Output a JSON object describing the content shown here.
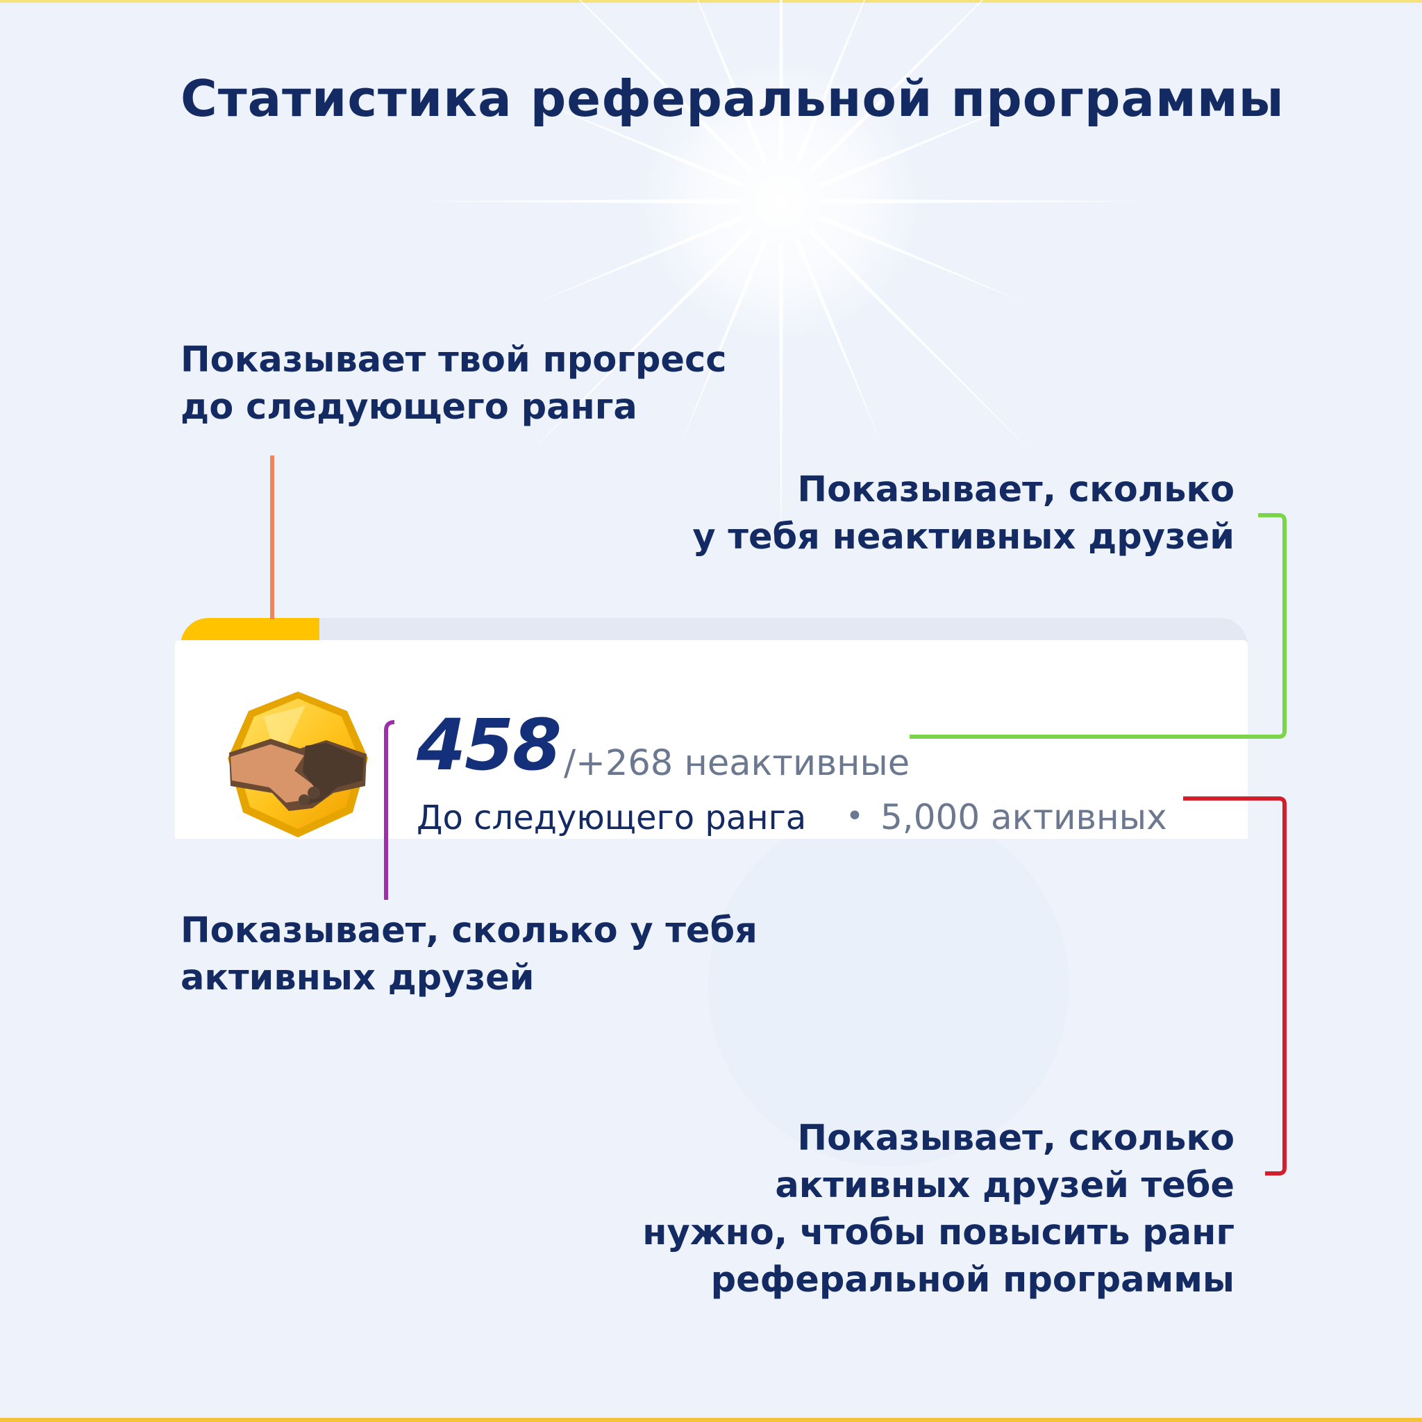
{
  "title": "Статистика реферальной программы",
  "card": {
    "count": "458",
    "inactive": "/+268 неактивные",
    "next_rank_label": "До следующего ранга",
    "separator": "•",
    "next_rank_value": "5,000 активных",
    "progress_fraction": 0.13,
    "badge_icon": "handshake-icon"
  },
  "notes": {
    "progress": [
      "Показывает твой прогресс",
      "до следующего ранга"
    ],
    "inactive": [
      "Показывает, сколько",
      "у тебя неактивных друзей"
    ],
    "active": [
      "Показывает, сколько у тебя",
      "активных друзей"
    ],
    "needed": [
      "Показывает, сколько",
      "активных друзей тебе",
      "нужно, чтобы повысить ранг",
      "реферальной программы"
    ]
  },
  "colors": {
    "progress_line": "#f0845a",
    "inactive_line": "#7cd44a",
    "active_line": "#9b30a8",
    "needed_line": "#d21f2b",
    "progress_fill": "#ffc300",
    "accent_text": "#142a63"
  }
}
